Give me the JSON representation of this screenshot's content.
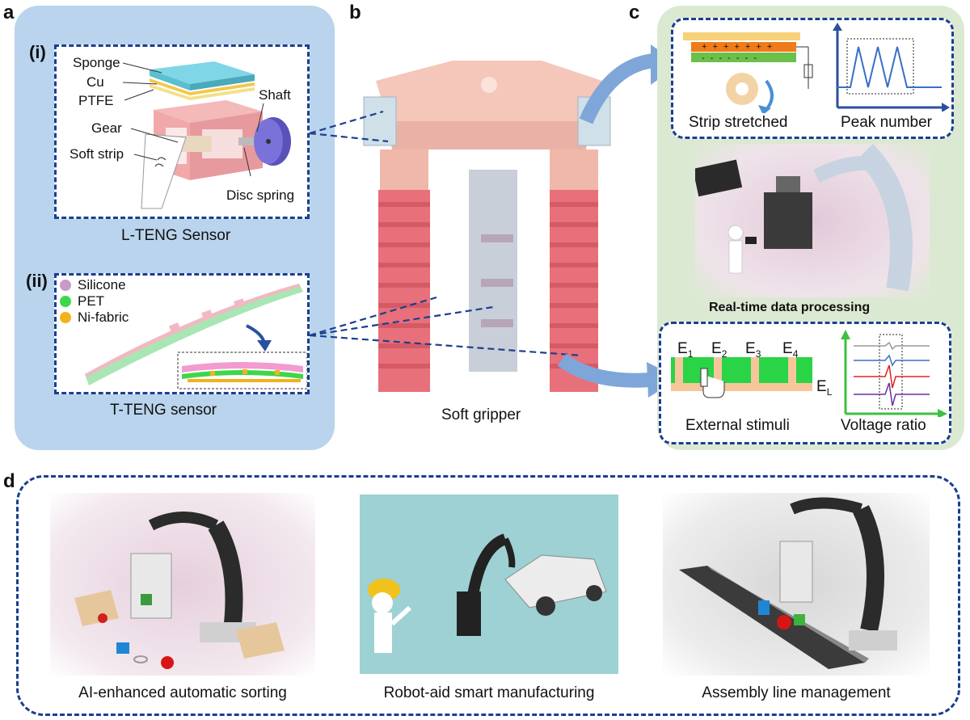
{
  "panels": {
    "a": {
      "letter": "a",
      "sub_i": "(i)",
      "sub_ii": "(ii)",
      "lteng_labels": {
        "sponge": "Sponge",
        "cu": "Cu",
        "ptfe": "PTFE",
        "gear": "Gear",
        "soft_strip": "Soft strip",
        "shaft": "Shaft",
        "disc_spring": "Disc spring"
      },
      "lteng_caption": "L-TENG Sensor",
      "tteng_legend": [
        {
          "label": "Silicone",
          "color": "#c79bc9"
        },
        {
          "label": "PET",
          "color": "#3fd64a"
        },
        {
          "label": "Ni-fabric",
          "color": "#f2b21c"
        }
      ],
      "tteng_caption": "T-TENG sensor"
    },
    "b": {
      "letter": "b",
      "caption": "Soft gripper"
    },
    "c": {
      "letter": "c",
      "strip_label": "Strip stretched",
      "peak_label": "Peak number",
      "processing_label": "Real-time data processing",
      "electrodes": [
        "E",
        "E",
        "E",
        "E"
      ],
      "electrode_subs": [
        "1",
        "2",
        "3",
        "4"
      ],
      "el_label": "E",
      "el_sub": "L",
      "stimuli_label": "External stimuli",
      "voltage_label": "Voltage ratio",
      "plus_signs": "+ + + + + + +",
      "minus_signs": "- - - - - - -"
    },
    "d": {
      "letter": "d",
      "scenes": [
        {
          "caption": "AI-enhanced automatic sorting"
        },
        {
          "caption": "Robot-aid smart manufacturing"
        },
        {
          "caption": "Assembly line management"
        }
      ]
    }
  },
  "colors": {
    "panel_a_bg": "#b9d4ec",
    "panel_c_bg": "#dbe9d2",
    "dash_blue": "#1b3f8f",
    "arrow_blue": "#7fa6d8",
    "gripper_red": "#e8707a",
    "gripper_top": "#f2c4b8"
  }
}
